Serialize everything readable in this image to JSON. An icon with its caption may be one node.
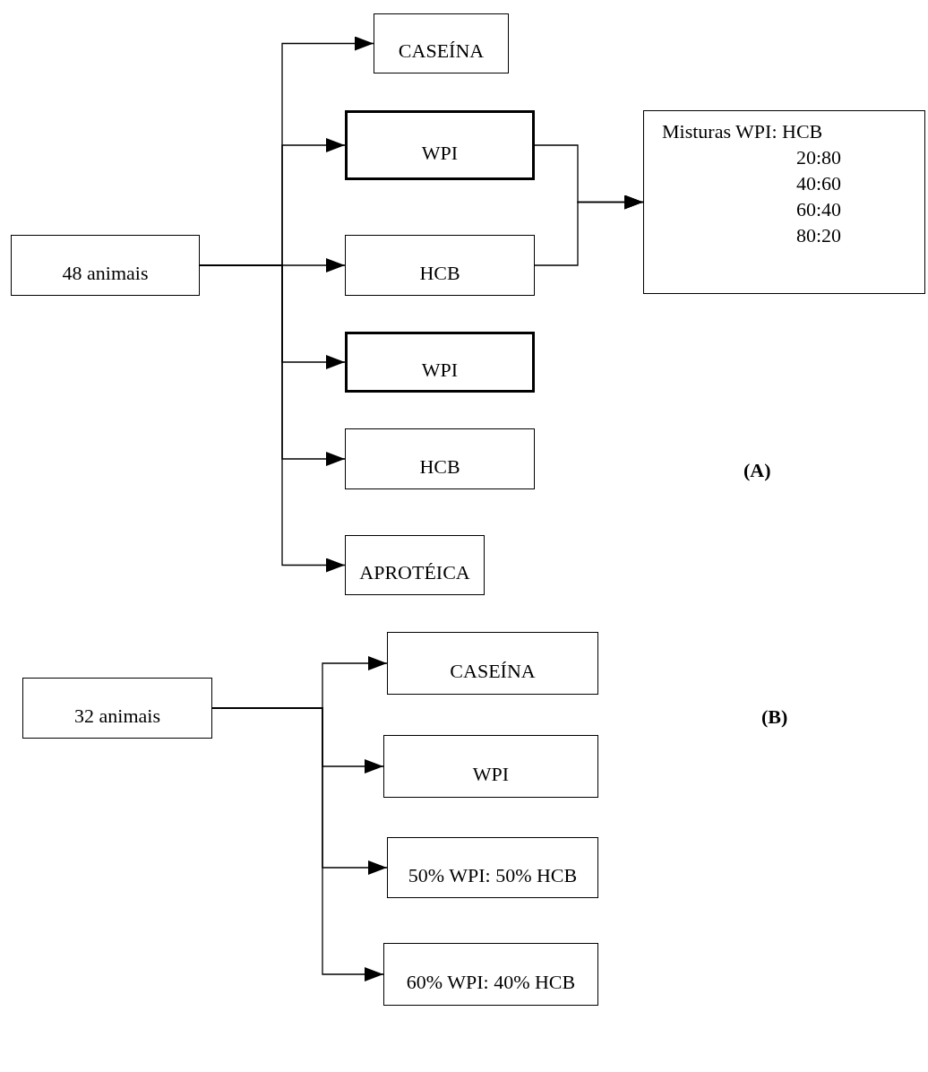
{
  "diagram": {
    "nodes": [
      {
        "text": [
          "48 animais"
        ]
      },
      {
        "text": [
          "CASEÍNA"
        ]
      },
      {
        "text": [
          "WPI"
        ]
      },
      {
        "text": [
          "HCB"
        ]
      },
      {
        "text": [
          "WPI"
        ]
      },
      {
        "text": [
          "HCB"
        ]
      },
      {
        "text": [
          "APROTÉICA"
        ]
      },
      {
        "text": [
          "Misturas WPI: HCB",
          "20:80",
          "40:60",
          "60:40",
          "80:20"
        ]
      },
      {
        "text": [
          "32 animais"
        ]
      },
      {
        "text": [
          "CASEÍNA"
        ]
      },
      {
        "text": [
          "WPI"
        ]
      },
      {
        "text": [
          "50% WPI: 50% HCB"
        ]
      },
      {
        "text": [
          "60% WPI: 40% HCB"
        ]
      }
    ],
    "edges": [
      {
        "from": 0,
        "to": 1,
        "arrow": "to"
      },
      {
        "from": 0,
        "to": 2,
        "arrow": "to"
      },
      {
        "from": 0,
        "to": 3,
        "arrow": "to"
      },
      {
        "from": 0,
        "to": 4,
        "arrow": "to"
      },
      {
        "from": 0,
        "to": 5,
        "arrow": "to"
      },
      {
        "from": 0,
        "to": 6,
        "arrow": "to"
      },
      {
        "from": 2,
        "to": 7,
        "arrow": "to"
      },
      {
        "from": 3,
        "to": 7,
        "arrow": "to"
      },
      {
        "from": 8,
        "to": 9,
        "arrow": "to"
      },
      {
        "from": 8,
        "to": 10,
        "arrow": "to"
      },
      {
        "from": 8,
        "to": 11,
        "arrow": "to"
      },
      {
        "from": 8,
        "to": 12,
        "arrow": "to"
      }
    ],
    "labels": [
      "(A)",
      "(B)"
    ]
  }
}
